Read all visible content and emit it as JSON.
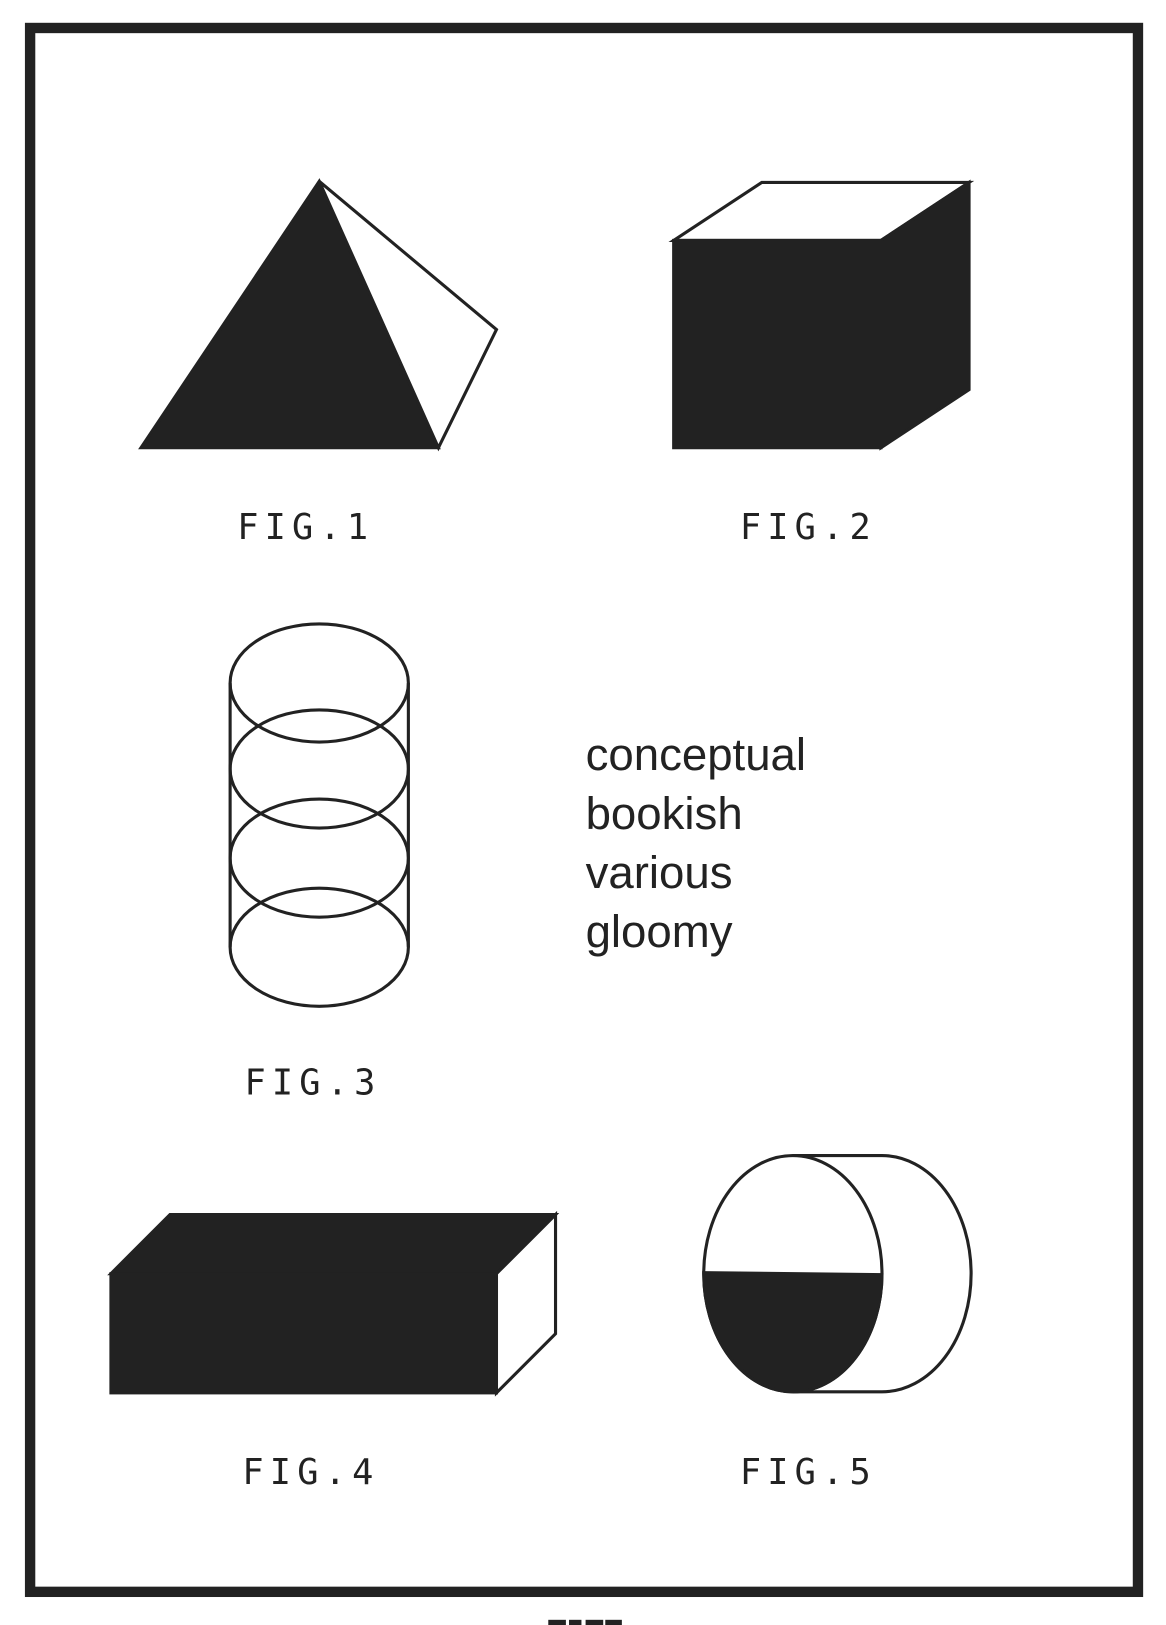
{
  "figures": [
    {
      "label": "FIG.1",
      "shape": "pyramid"
    },
    {
      "label": "FIG.2",
      "shape": "cube"
    },
    {
      "label": "FIG.3",
      "shape": "cylinder-rings"
    },
    {
      "label": "FIG.4",
      "shape": "box"
    },
    {
      "label": "FIG.5",
      "shape": "half-filled-cylinder"
    }
  ],
  "words": [
    "conceptual",
    "bookish",
    "various",
    "gloomy"
  ],
  "colors": {
    "ink": "#222222",
    "paper": "#ffffff"
  }
}
